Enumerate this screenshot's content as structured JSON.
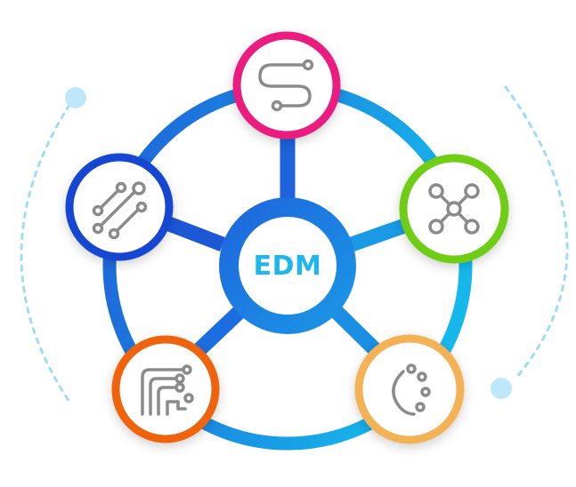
{
  "hub": {
    "label": "EDM",
    "label_color": "#1fb6ef"
  },
  "colors": {
    "ring_start": "#1f5fd8",
    "ring_end": "#16b8ec",
    "dotted_arc": "#9fdcf6",
    "decor_dot": "#bfe7fa",
    "icon_gray": "#8b8b8b"
  },
  "nodes": [
    {
      "id": "top",
      "icon": "s-curve-path-icon",
      "border_color": "#ea1f7f"
    },
    {
      "id": "right",
      "icon": "network-hub-icon",
      "border_color": "#6fcd16"
    },
    {
      "id": "bottom-right",
      "icon": "dotted-arc-icon",
      "border_color": "#f4b257"
    },
    {
      "id": "bottom-left",
      "icon": "circuit-traces-icon",
      "border_color": "#f0630c"
    },
    {
      "id": "left",
      "icon": "parallel-connectors-icon",
      "border_color": "#1546d2"
    }
  ]
}
